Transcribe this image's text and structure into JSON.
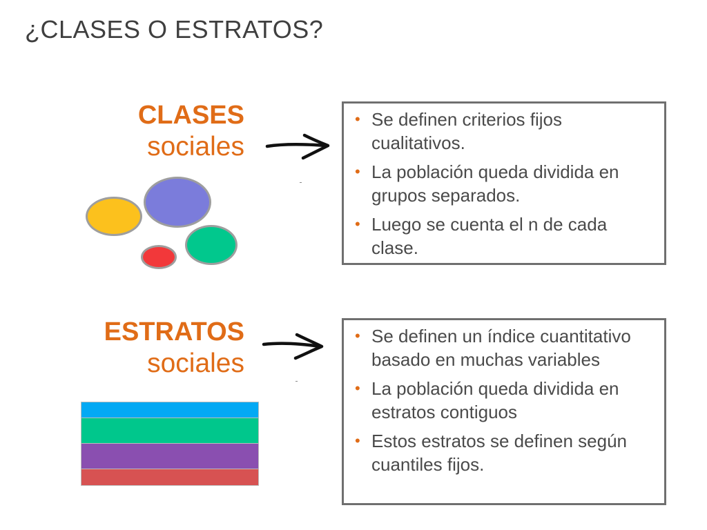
{
  "title": "¿CLASES O ESTRATOS?",
  "clases": {
    "bold": "CLASES",
    "light": "sociales",
    "bullets": [
      "Se definen criterios fijos cualitativos.",
      "La población queda dividida en grupos separados.",
      "Luego se cuenta el n de cada clase."
    ],
    "circle_colors": [
      "#fcc11d",
      "#7b7cdb",
      "#01c88d",
      "#f2383a"
    ]
  },
  "estratos": {
    "bold": "ESTRATOS",
    "light": "sociales",
    "bullets": [
      "Se definen un índice cuantitativo basado en muchas variables",
      "La población queda dividida en estratos contiguos",
      "Estos estratos se definen según cuantiles fijos."
    ],
    "stripe_colors": [
      "#03a9f4",
      "#00c78c",
      "#8a4fb0",
      "#d75252"
    ]
  },
  "colors": {
    "accent": "#e06c17",
    "text": "#4a4a4a",
    "border": "#6f6f6f"
  }
}
